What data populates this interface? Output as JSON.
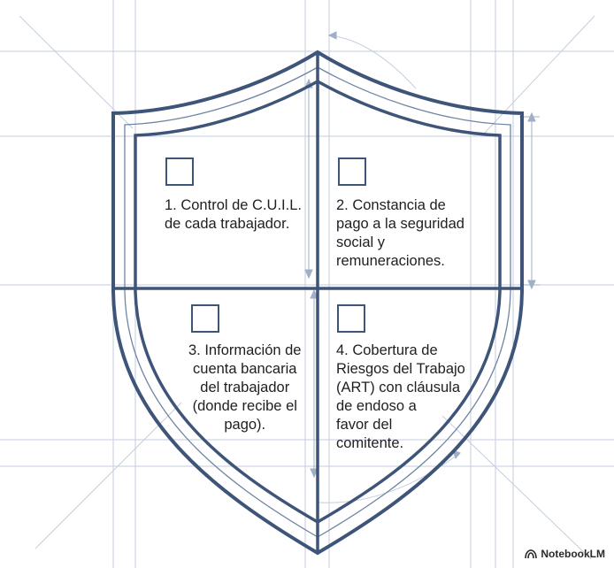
{
  "quadrants": [
    {
      "id": 1,
      "text": "1. Control de C.U.I.L.\nde cada trabajador."
    },
    {
      "id": 2,
      "text": "2. Constancia de\npago a la seguridad\nsocial y\nremuneraciones."
    },
    {
      "id": 3,
      "text": "3. Información de\ncuenta bancaria\ndel trabajador\n(donde recibe el\npago)."
    },
    {
      "id": 4,
      "text": "4. Cobertura de\nRiesgos del Trabajo\n(ART) con cláusula\nde endoso a\nfavor del\ncomitente."
    }
  ],
  "brand": {
    "label": "NotebookLM"
  },
  "colors": {
    "shield_stroke": "#3e5579",
    "grid_line": "#b9c6d6",
    "text": "#1f1f1f",
    "background": "#ffffff"
  }
}
